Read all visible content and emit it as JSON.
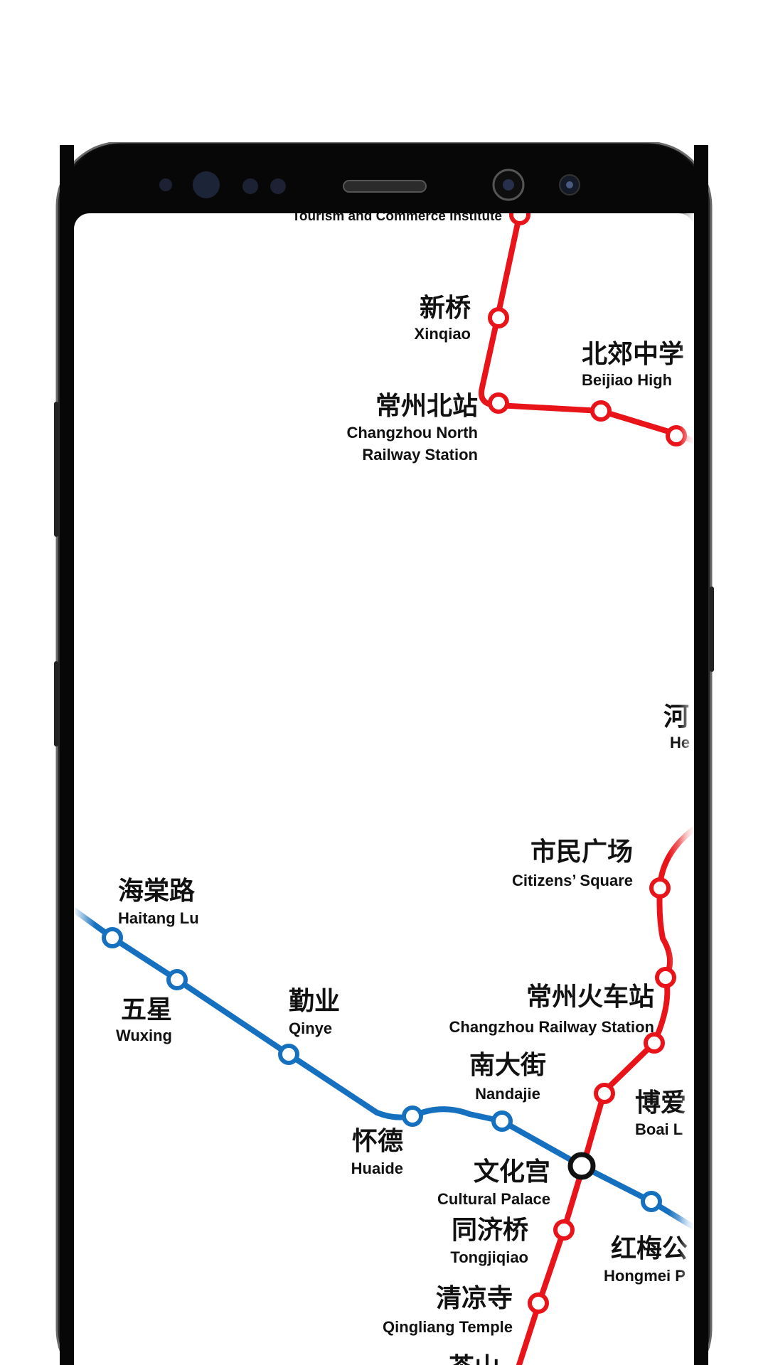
{
  "colors": {
    "line1": "#e8141a",
    "line2": "#1570bf",
    "interchange": "#111111",
    "phone_frame": "#0b0b0b",
    "screen": "#ffffff"
  },
  "phone": {
    "top_bar_icons": [
      "sensor-dot-icon",
      "camera-lens-icon",
      "sensor-dot-icon",
      "sensor-dot-icon",
      "speaker-grille-icon",
      "front-camera-icon",
      "iris-scanner-icon"
    ]
  },
  "map": {
    "stations": [
      {
        "id": "tourism",
        "cn": "",
        "en": "Tourism and Commerce Institute",
        "line": "line1"
      },
      {
        "id": "xinqiao",
        "cn": "新桥",
        "en": "Xinqiao",
        "line": "line1"
      },
      {
        "id": "beijiao",
        "cn": "北郊中学",
        "en": "Beijiao High",
        "line": "line1"
      },
      {
        "id": "czbei",
        "cn": "常州北站",
        "en": "Changzhou North",
        "en2": "Railway Station",
        "line": "line1"
      },
      {
        "id": "he",
        "cn": "河",
        "en": "He",
        "line": "line1"
      },
      {
        "id": "shimin",
        "cn": "市民广场",
        "en": "Citizens’ Square",
        "line": "line1"
      },
      {
        "id": "czhuoche",
        "cn": "常州火车站",
        "en": "Changzhou Railway Station",
        "line": "line1"
      },
      {
        "id": "boai",
        "cn": "博爱",
        "en": "Boai L",
        "line": "line1"
      },
      {
        "id": "wenhuagong",
        "cn": "文化宫",
        "en": "Cultural Palace",
        "line": "interchange"
      },
      {
        "id": "tongjiqiao",
        "cn": "同济桥",
        "en": "Tongjiqiao",
        "line": "line1"
      },
      {
        "id": "qingliang",
        "cn": "清凉寺",
        "en": "Qingliang Temple",
        "line": "line1"
      },
      {
        "id": "chashan",
        "cn": "茶山",
        "en": "",
        "line": "line1"
      },
      {
        "id": "haitang",
        "cn": "海棠路",
        "en": "Haitang Lu",
        "line": "line2"
      },
      {
        "id": "wuxing",
        "cn": "五星",
        "en": "Wuxing",
        "line": "line2"
      },
      {
        "id": "qinye",
        "cn": "勤业",
        "en": "Qinye",
        "line": "line2"
      },
      {
        "id": "huaide",
        "cn": "怀德",
        "en": "Huaide",
        "line": "line2"
      },
      {
        "id": "nandajie",
        "cn": "南大街",
        "en": "Nandajie",
        "line": "line2"
      },
      {
        "id": "hongmei",
        "cn": "红梅公",
        "en": "Hongmei P",
        "line": "line2"
      }
    ]
  }
}
